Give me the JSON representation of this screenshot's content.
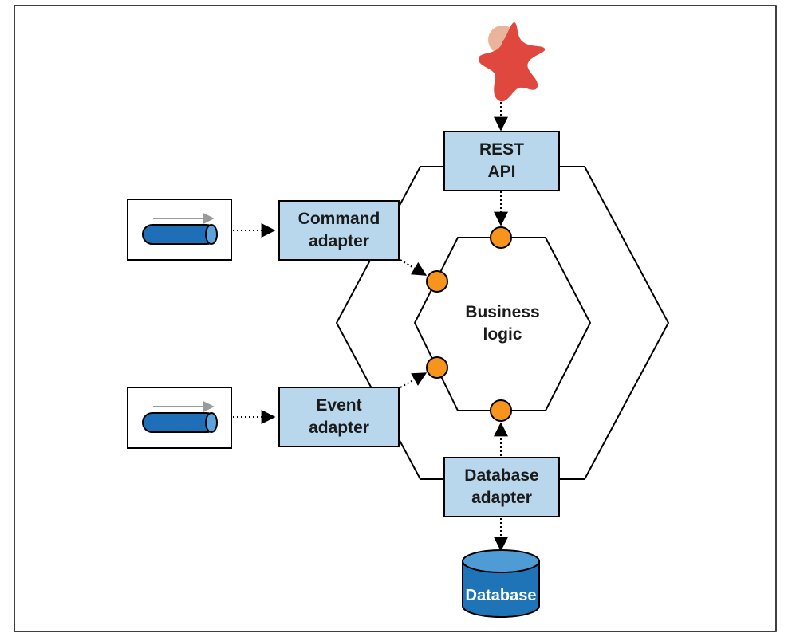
{
  "diagram": {
    "nodes": {
      "rest_api": {
        "lines": [
          "REST",
          "API"
        ]
      },
      "command_adapter": {
        "lines": [
          "Command",
          "adapter"
        ]
      },
      "event_adapter": {
        "lines": [
          "Event",
          "adapter"
        ]
      },
      "database_adapter": {
        "lines": [
          "Database",
          "adapter"
        ]
      },
      "business_logic": {
        "lines": [
          "Business",
          "logic"
        ]
      },
      "database": {
        "label": "Database"
      }
    },
    "colors": {
      "box_fill": "#b8d7ec",
      "port_fill": "#f7941d",
      "actor_fill": "#e0483f",
      "actor_head": "#e9b49c",
      "pipe_fill": "#1e6fb8",
      "pipe_arrow": "#9a9a9a",
      "db_fill": "#1f74b8",
      "db_top": "#4f9bd6",
      "line": "#000000"
    }
  }
}
